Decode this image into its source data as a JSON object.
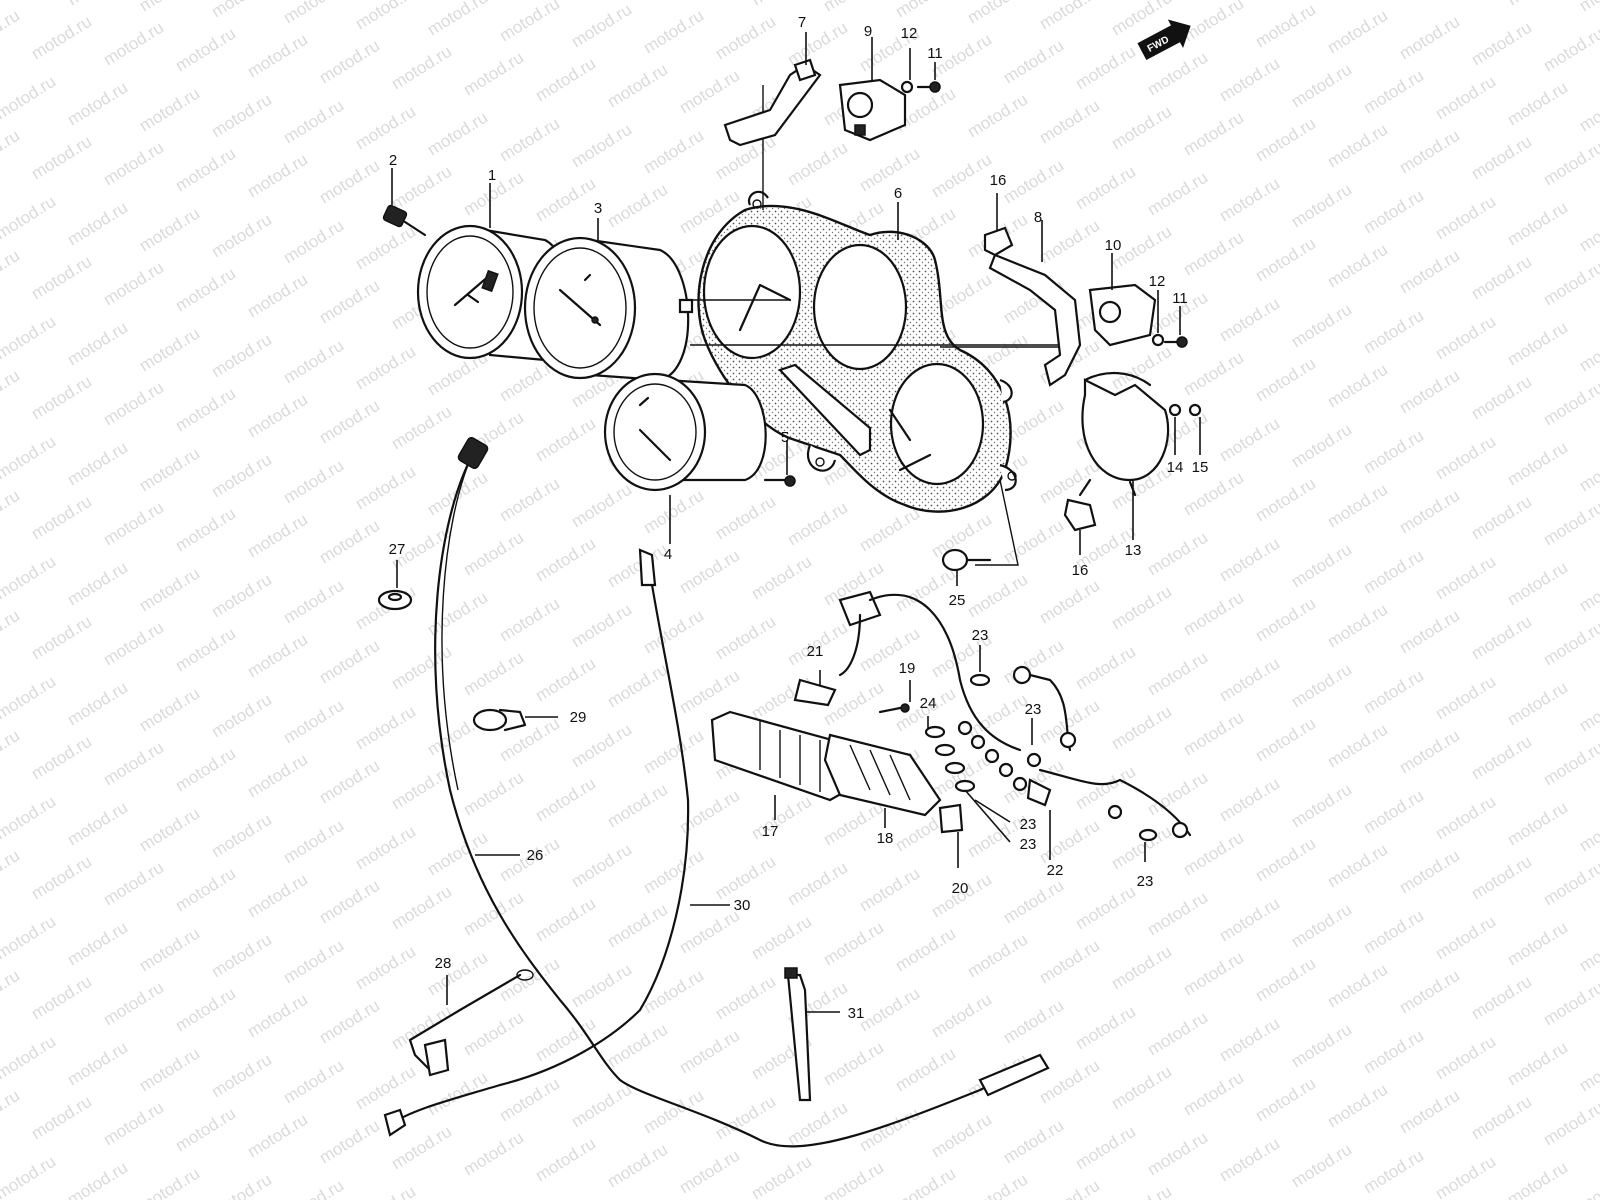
{
  "watermark": "motod.ru",
  "direction_label": "FWD",
  "callouts": [
    "1",
    "2",
    "3",
    "4",
    "5",
    "6",
    "7",
    "8",
    "9",
    "10",
    "11",
    "11",
    "12",
    "12",
    "13",
    "14",
    "15",
    "16",
    "16",
    "17",
    "18",
    "19",
    "20",
    "21",
    "22",
    "23",
    "23",
    "23",
    "23",
    "23",
    "23",
    "24",
    "25",
    "26",
    "27",
    "28",
    "29",
    "30",
    "31"
  ],
  "colors": {
    "line": "#111111",
    "background": "#ffffff",
    "watermark": "#bdbdbd"
  }
}
